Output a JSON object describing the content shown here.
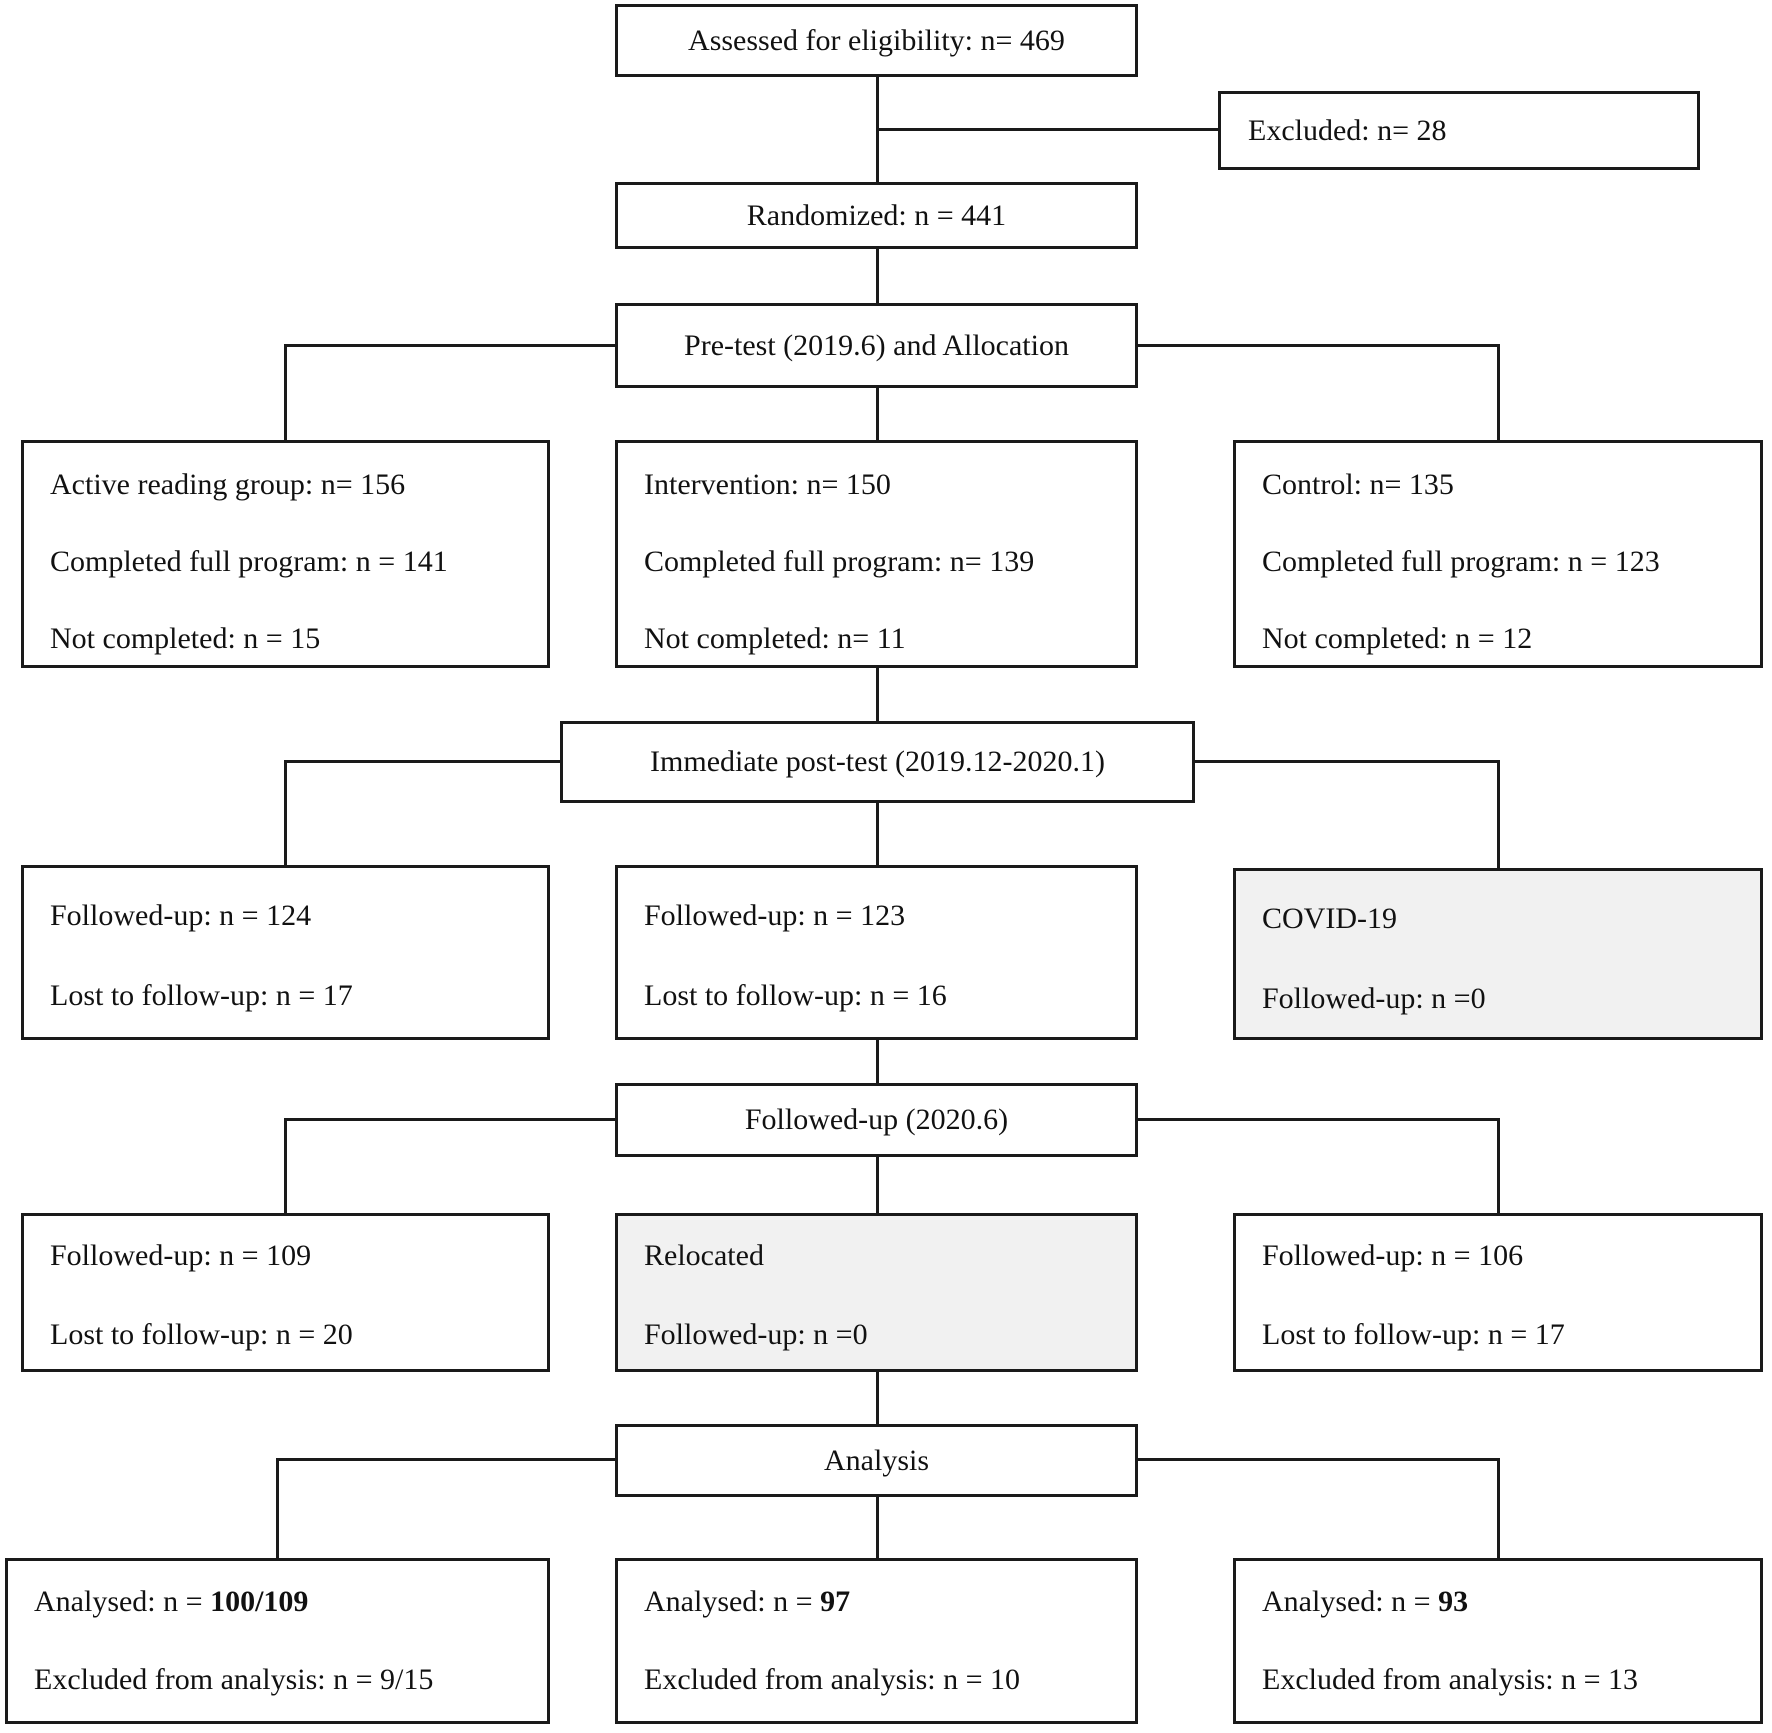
{
  "colors": {
    "line": "#1a1a1a",
    "box_border": "#1a1a1a",
    "box_fill": "#ffffff",
    "box_fill_highlight": "#f1f1f1",
    "text": "#111111",
    "background": "#ffffff"
  },
  "flowchart": {
    "eligibility": {
      "label": "Assessed for eligibility: n= 469"
    },
    "excluded": {
      "label": "Excluded: n= 28"
    },
    "randomized": {
      "label": "Randomized: n = 441"
    },
    "pretest_allocation": {
      "label": "Pre-test (2019.6) and Allocation"
    },
    "groups": {
      "active_reading": {
        "lines": [
          "Active reading group: n= 156",
          "Completed full program: n = 141",
          "Not completed: n = 15"
        ]
      },
      "intervention": {
        "lines": [
          "Intervention: n= 150",
          "Completed full program: n= 139",
          "Not completed: n= 11"
        ]
      },
      "control": {
        "lines": [
          "Control: n= 135",
          "Completed full program: n = 123",
          "Not completed: n = 12"
        ]
      }
    },
    "post_test": {
      "label": "Immediate post-test (2019.12-2020.1)"
    },
    "post_test_results": {
      "active_reading": {
        "lines": [
          "Followed-up: n = 124",
          "Lost to follow-up: n = 17"
        ]
      },
      "intervention": {
        "lines": [
          "Followed-up: n = 123",
          "Lost to follow-up: n = 16"
        ]
      },
      "control": {
        "lines": [
          "COVID-19",
          "Followed-up: n =0"
        ],
        "highlighted": true
      }
    },
    "followup": {
      "label": "Followed-up (2020.6)"
    },
    "followup_results": {
      "active_reading": {
        "lines": [
          "Followed-up: n = 109",
          "Lost to follow-up: n = 20"
        ]
      },
      "intervention": {
        "lines": [
          "Relocated",
          "Followed-up: n =0"
        ],
        "highlighted": true
      },
      "control": {
        "lines": [
          "Followed-up: n = 106",
          "Lost to follow-up: n = 17"
        ]
      }
    },
    "analysis": {
      "label": "Analysis"
    },
    "analysis_results": {
      "active_reading": {
        "analysed_prefix": "Analysed: n = ",
        "analysed_value": "100/109",
        "excluded_line": "Excluded from analysis: n = 9/15"
      },
      "intervention": {
        "analysed_prefix": "Analysed: n = ",
        "analysed_value": "97",
        "excluded_line": "Excluded from analysis: n = 10"
      },
      "control": {
        "analysed_prefix": "Analysed: n = ",
        "analysed_value": "93",
        "excluded_line": "Excluded from analysis: n = 13"
      }
    }
  }
}
